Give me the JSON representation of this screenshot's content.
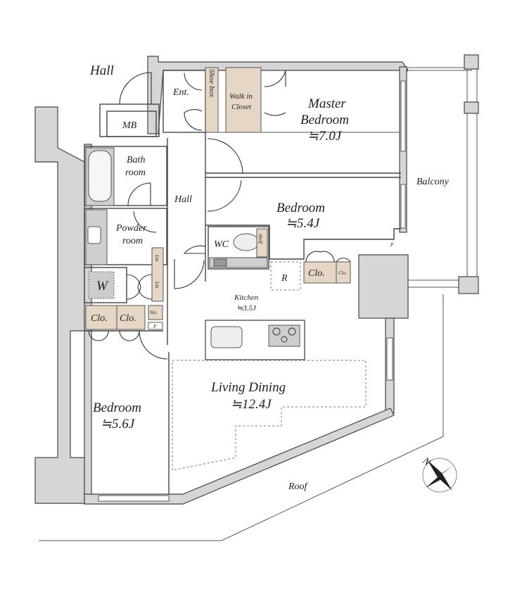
{
  "rooms": {
    "hall_outer": "Hall",
    "entrance": "Ent.",
    "shoe_box": "Shoe box",
    "walk_in_closet_1": "Walk in",
    "walk_in_closet_2": "Closet",
    "master_bedroom_1": "Master",
    "master_bedroom_2": "Bedroom",
    "master_bedroom_size": "≒7.0J",
    "mb": "MB",
    "bath_1": "Bath",
    "bath_2": "room",
    "hall_inner": "Hall",
    "bedroom2": "Bedroom",
    "bedroom2_size": "≒5.4J",
    "powder_1": "Powder",
    "powder_2": "room",
    "wc": "WC",
    "shelf": "Shelf",
    "linen_1": "Lin",
    "linen_2": "Lin",
    "washer": "W",
    "refrigerator": "R",
    "closet_a": "Clo.",
    "closet_b": "Clo.",
    "kitchen": "Kitchen",
    "kitchen_size": "≒3.5J",
    "storage": "Sto.",
    "closet_c": "Clo.",
    "closet_d": "Clo.",
    "pipe_1": "P",
    "pipe_2": "P",
    "living_dining": "Living Dining",
    "living_dining_size": "≒12.4J",
    "bedroom3": "Bedroom",
    "bedroom3_size": "≒5.6J",
    "balcony": "Balcony",
    "roof": "Roof",
    "north": "N"
  }
}
